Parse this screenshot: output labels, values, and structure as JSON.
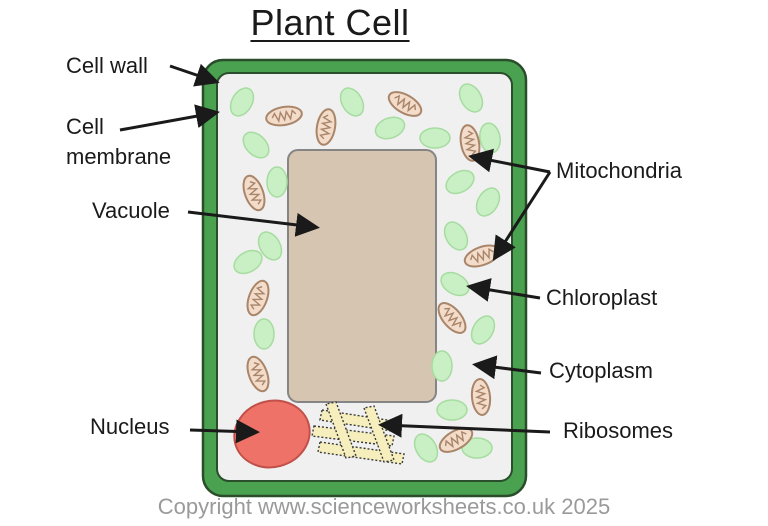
{
  "title": "Plant Cell",
  "labels": {
    "cell_wall": "Cell wall",
    "cell_membrane_line1": "Cell",
    "cell_membrane_line2": "membrane",
    "vacuole": "Vacuole",
    "nucleus": "Nucleus",
    "mitochondria": "Mitochondria",
    "chloroplast": "Chloroplast",
    "cytoplasm": "Cytoplasm",
    "ribosomes": "Ribosomes"
  },
  "copyright": "Copyright www.scienceworksheets.co.uk 2025",
  "colors": {
    "cell_wall": "#4aa150",
    "cytoplasm": "#f0f0f0",
    "vacuole": "#d6c5b0",
    "nucleus": "#ef7268",
    "chloroplast": "#c9efc4",
    "mitochondria_fill": "#f3dcc9",
    "mitochondria_stroke": "#a9856a",
    "ribosomes": "#f6efbd"
  }
}
